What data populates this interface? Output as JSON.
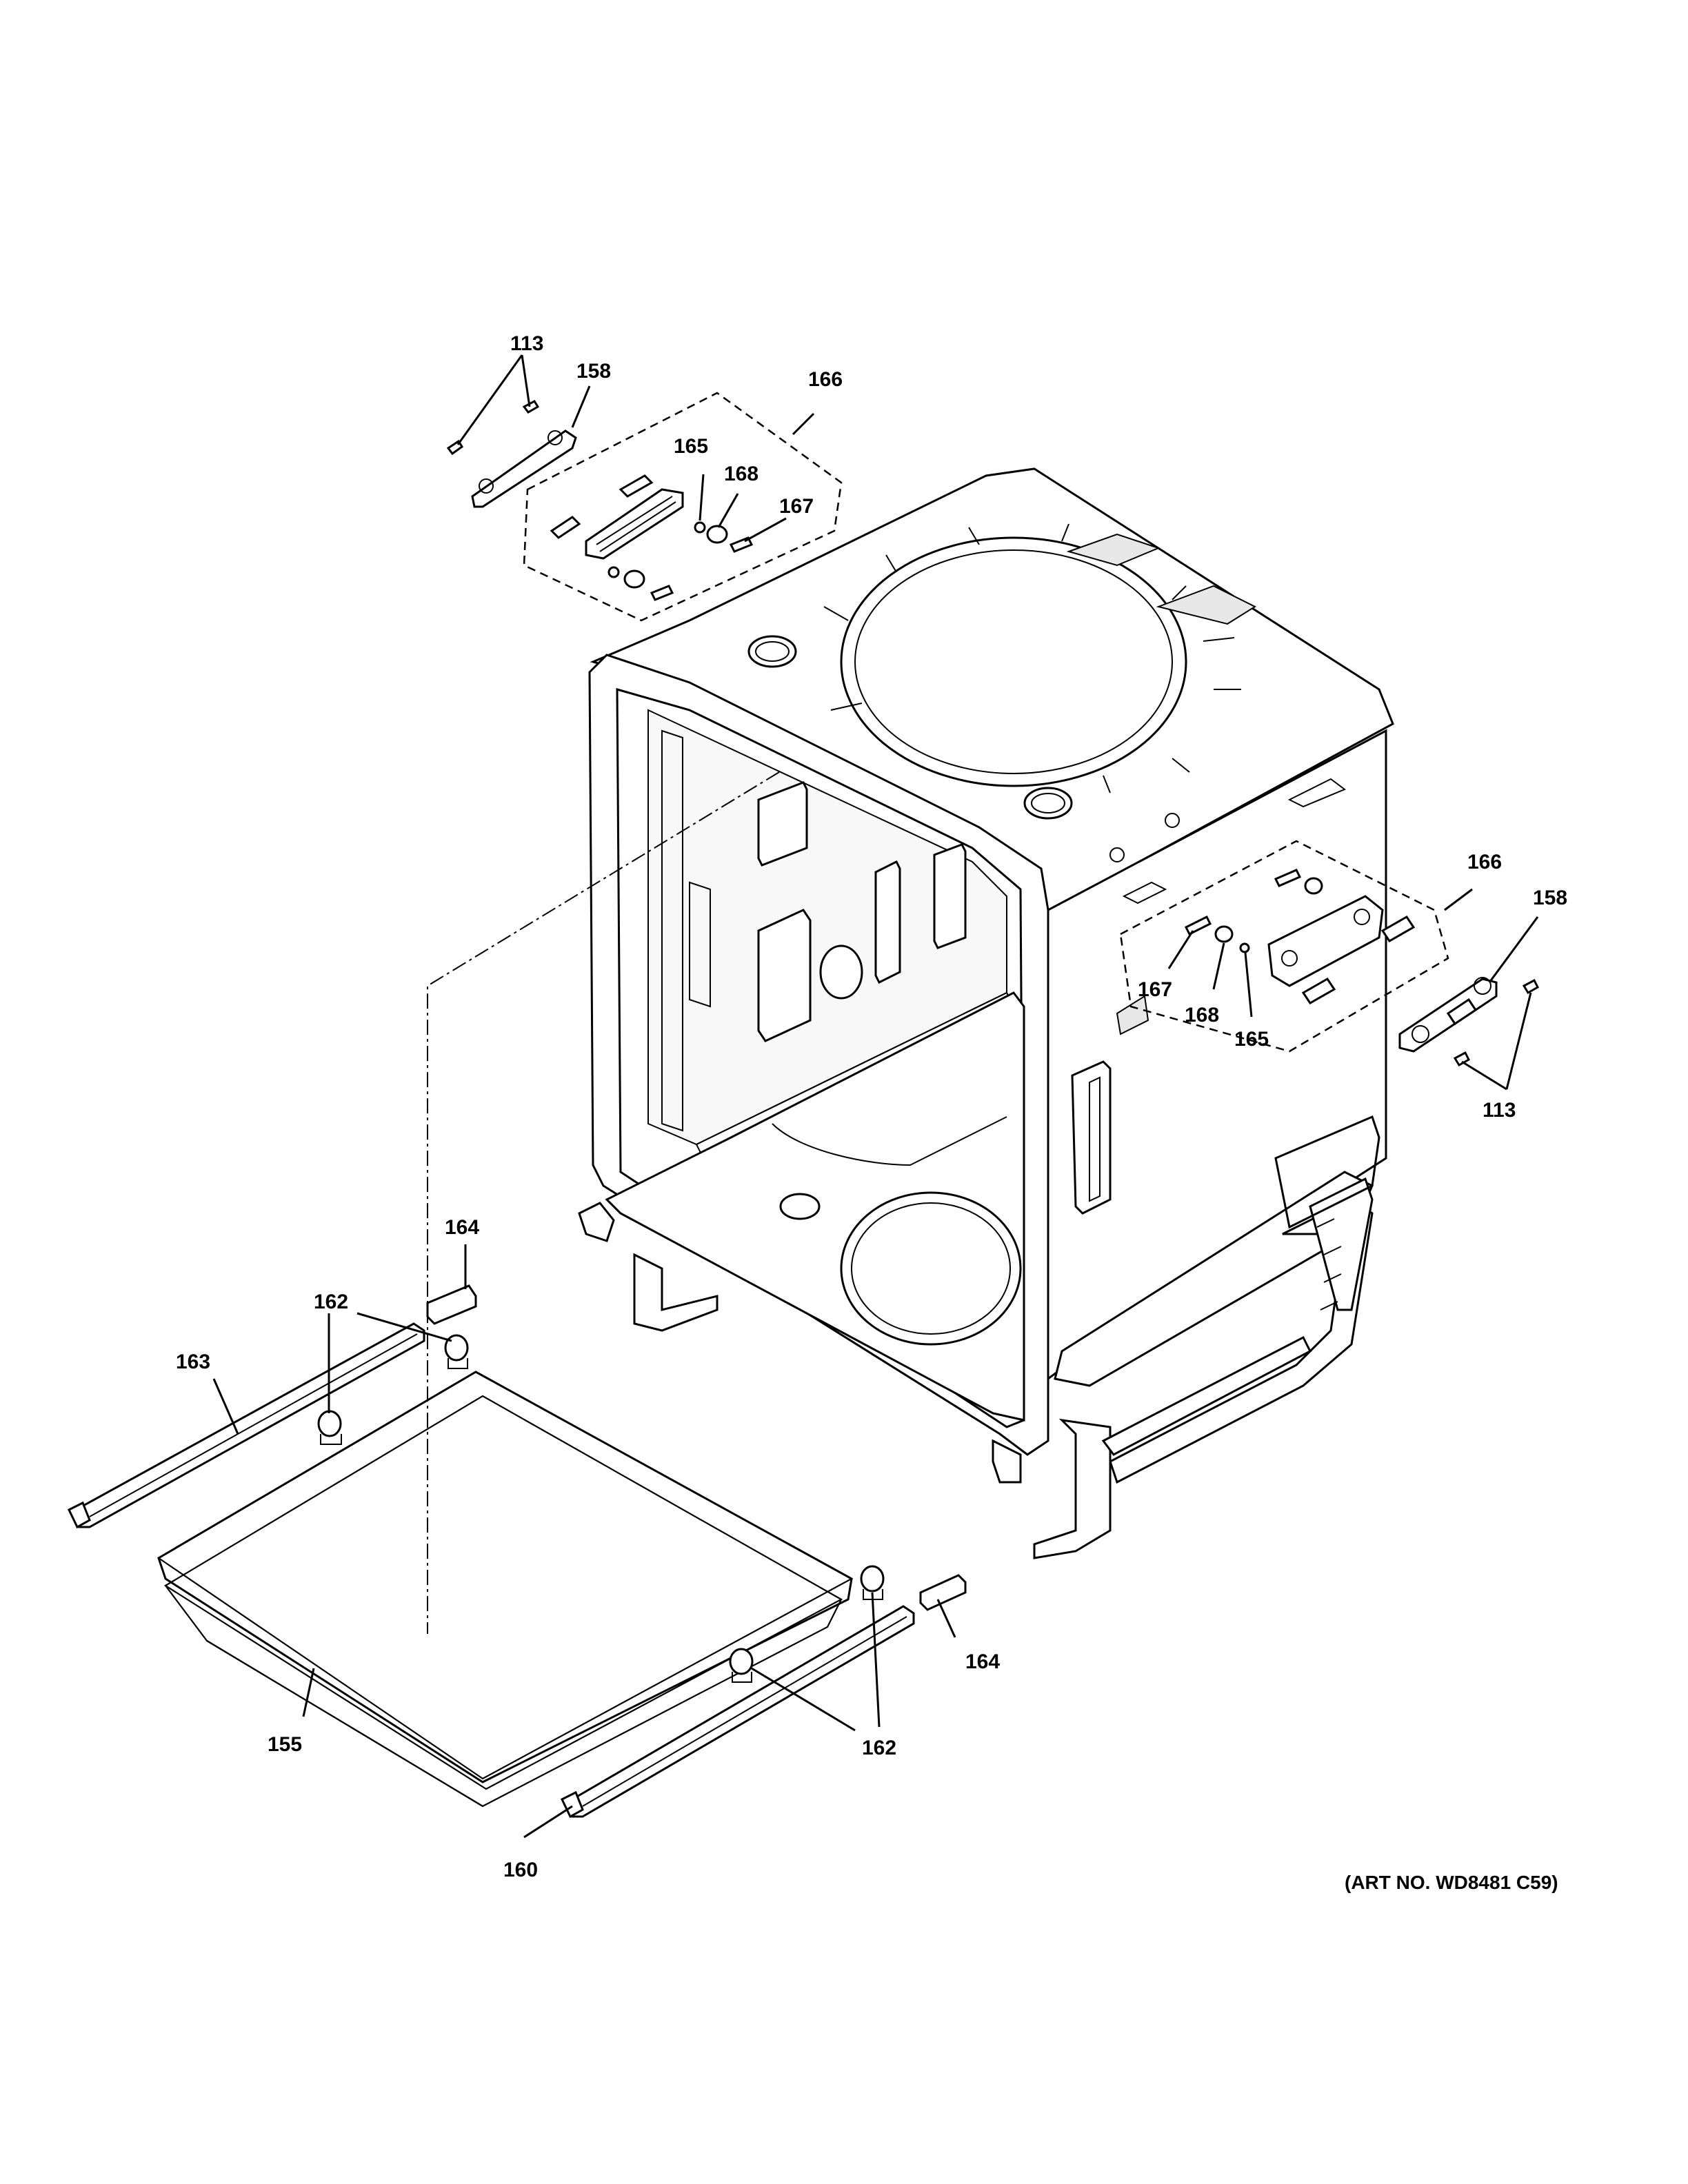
{
  "callouts": {
    "c113_top": "113",
    "c158_top": "158",
    "c166_top": "166",
    "c165_top": "165",
    "c168_top": "168",
    "c167_top": "167",
    "c166_right": "166",
    "c158_right": "158",
    "c167_right": "167",
    "c168_right": "168",
    "c165_right": "165",
    "c113_right": "113",
    "c164_upper": "164",
    "c162_upper": "162",
    "c163": "163",
    "c155": "155",
    "c164_lower": "164",
    "c162_lower": "162",
    "c160": "160"
  },
  "art_number": "(ART NO. WD8481 C59)"
}
